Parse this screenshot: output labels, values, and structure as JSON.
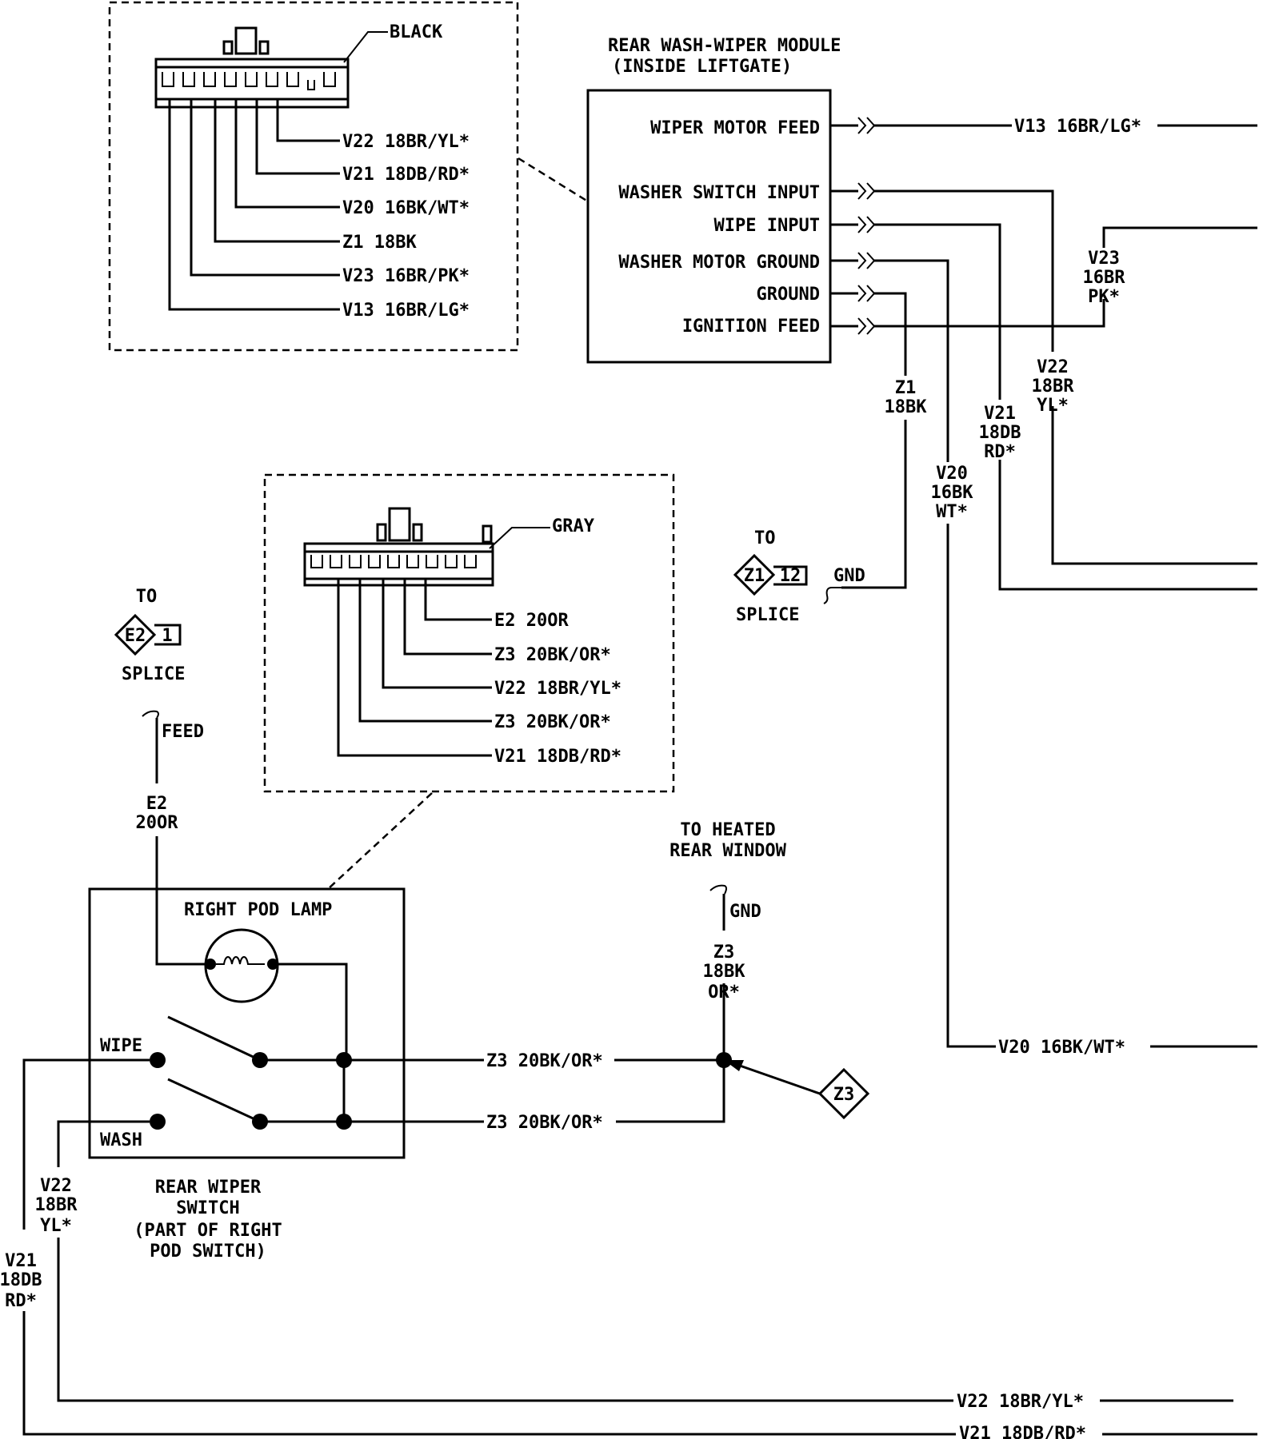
{
  "module": {
    "title_line1": "REAR WASH-WIPER MODULE",
    "title_line2": "(INSIDE LIFTGATE)",
    "pins": [
      "WIPER MOTOR FEED",
      "WASHER SWITCH INPUT",
      "WIPE INPUT",
      "WASHER MOTOR GROUND",
      "GROUND",
      "IGNITION FEED"
    ]
  },
  "black_connector": {
    "color_label": "BLACK",
    "wires": [
      "V22  18BR/YL*",
      "V21  18DB/RD*",
      "V20  16BK/WT*",
      "Z1  18BK",
      "V23  16BR/PK*",
      "V13  16BR/LG*"
    ]
  },
  "gray_connector": {
    "color_label": "GRAY",
    "wires": [
      "E2  20OR",
      "Z3  20BK/OR*",
      "V22  18BR/YL*",
      "Z3  20BK/OR*",
      "V21  18DB/RD*"
    ]
  },
  "wires_right": {
    "v13": "V13  16BR/LG*",
    "v23": [
      "V23",
      "16BR",
      "PK*"
    ],
    "v22": [
      "V22",
      "18BR",
      "YL*"
    ],
    "v21": [
      "V21",
      "18DB",
      "RD*"
    ],
    "v20": [
      "V20",
      "16BK",
      "WT*"
    ],
    "z1": [
      "Z1",
      "18BK"
    ],
    "v20_bottom": "V20  16BK/WT*"
  },
  "splice_z1": {
    "to": "TO",
    "code": "Z1",
    "num": "12",
    "label": "SPLICE",
    "gnd": "GND"
  },
  "splice_e2": {
    "to": "TO",
    "code": "E2",
    "num": "1",
    "label": "SPLICE"
  },
  "feed": {
    "label": "FEED",
    "wire": [
      "E2",
      "20OR"
    ]
  },
  "heated_window": {
    "line1": "TO HEATED",
    "line2": "REAR WINDOW",
    "gnd": "GND",
    "wire": [
      "Z3",
      "18BK",
      "OR*"
    ],
    "connector": "Z3"
  },
  "switch": {
    "lamp": "RIGHT POD LAMP",
    "wipe": "WIPE",
    "wash": "WASH",
    "z3_upper": "Z3  20BK/OR*",
    "z3_lower": "Z3  20BK/OR*",
    "name_lines": [
      "REAR WIPER",
      "SWITCH",
      "(PART OF RIGHT",
      "POD SWITCH)"
    ]
  },
  "left_wires": {
    "v22": [
      "V22",
      "18BR",
      "YL*"
    ],
    "v21": [
      "V21",
      "18DB",
      "RD*"
    ],
    "bottom_v22": "V22  18BR/YL*",
    "bottom_v21": "V21  18DB/RD*"
  }
}
